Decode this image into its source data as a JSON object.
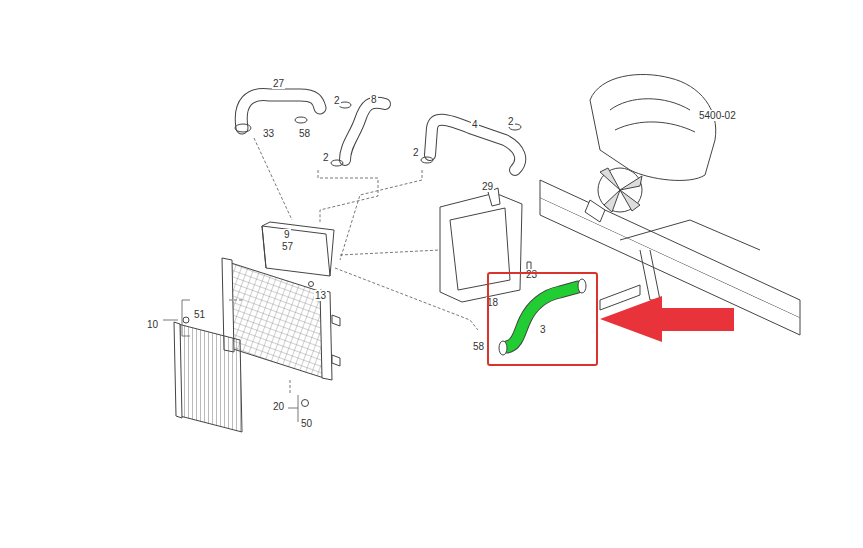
{
  "diagram": {
    "nodes": [
      {
        "text": [
          "3"
        ]
      }
    ],
    "labels": [
      "27",
      "33",
      "2",
      "58",
      "8",
      "2",
      "2",
      "4",
      "2",
      "5400-02",
      "29",
      "9",
      "57",
      "23",
      "13",
      "18",
      "10",
      "51",
      "58",
      "20",
      "50"
    ]
  }
}
